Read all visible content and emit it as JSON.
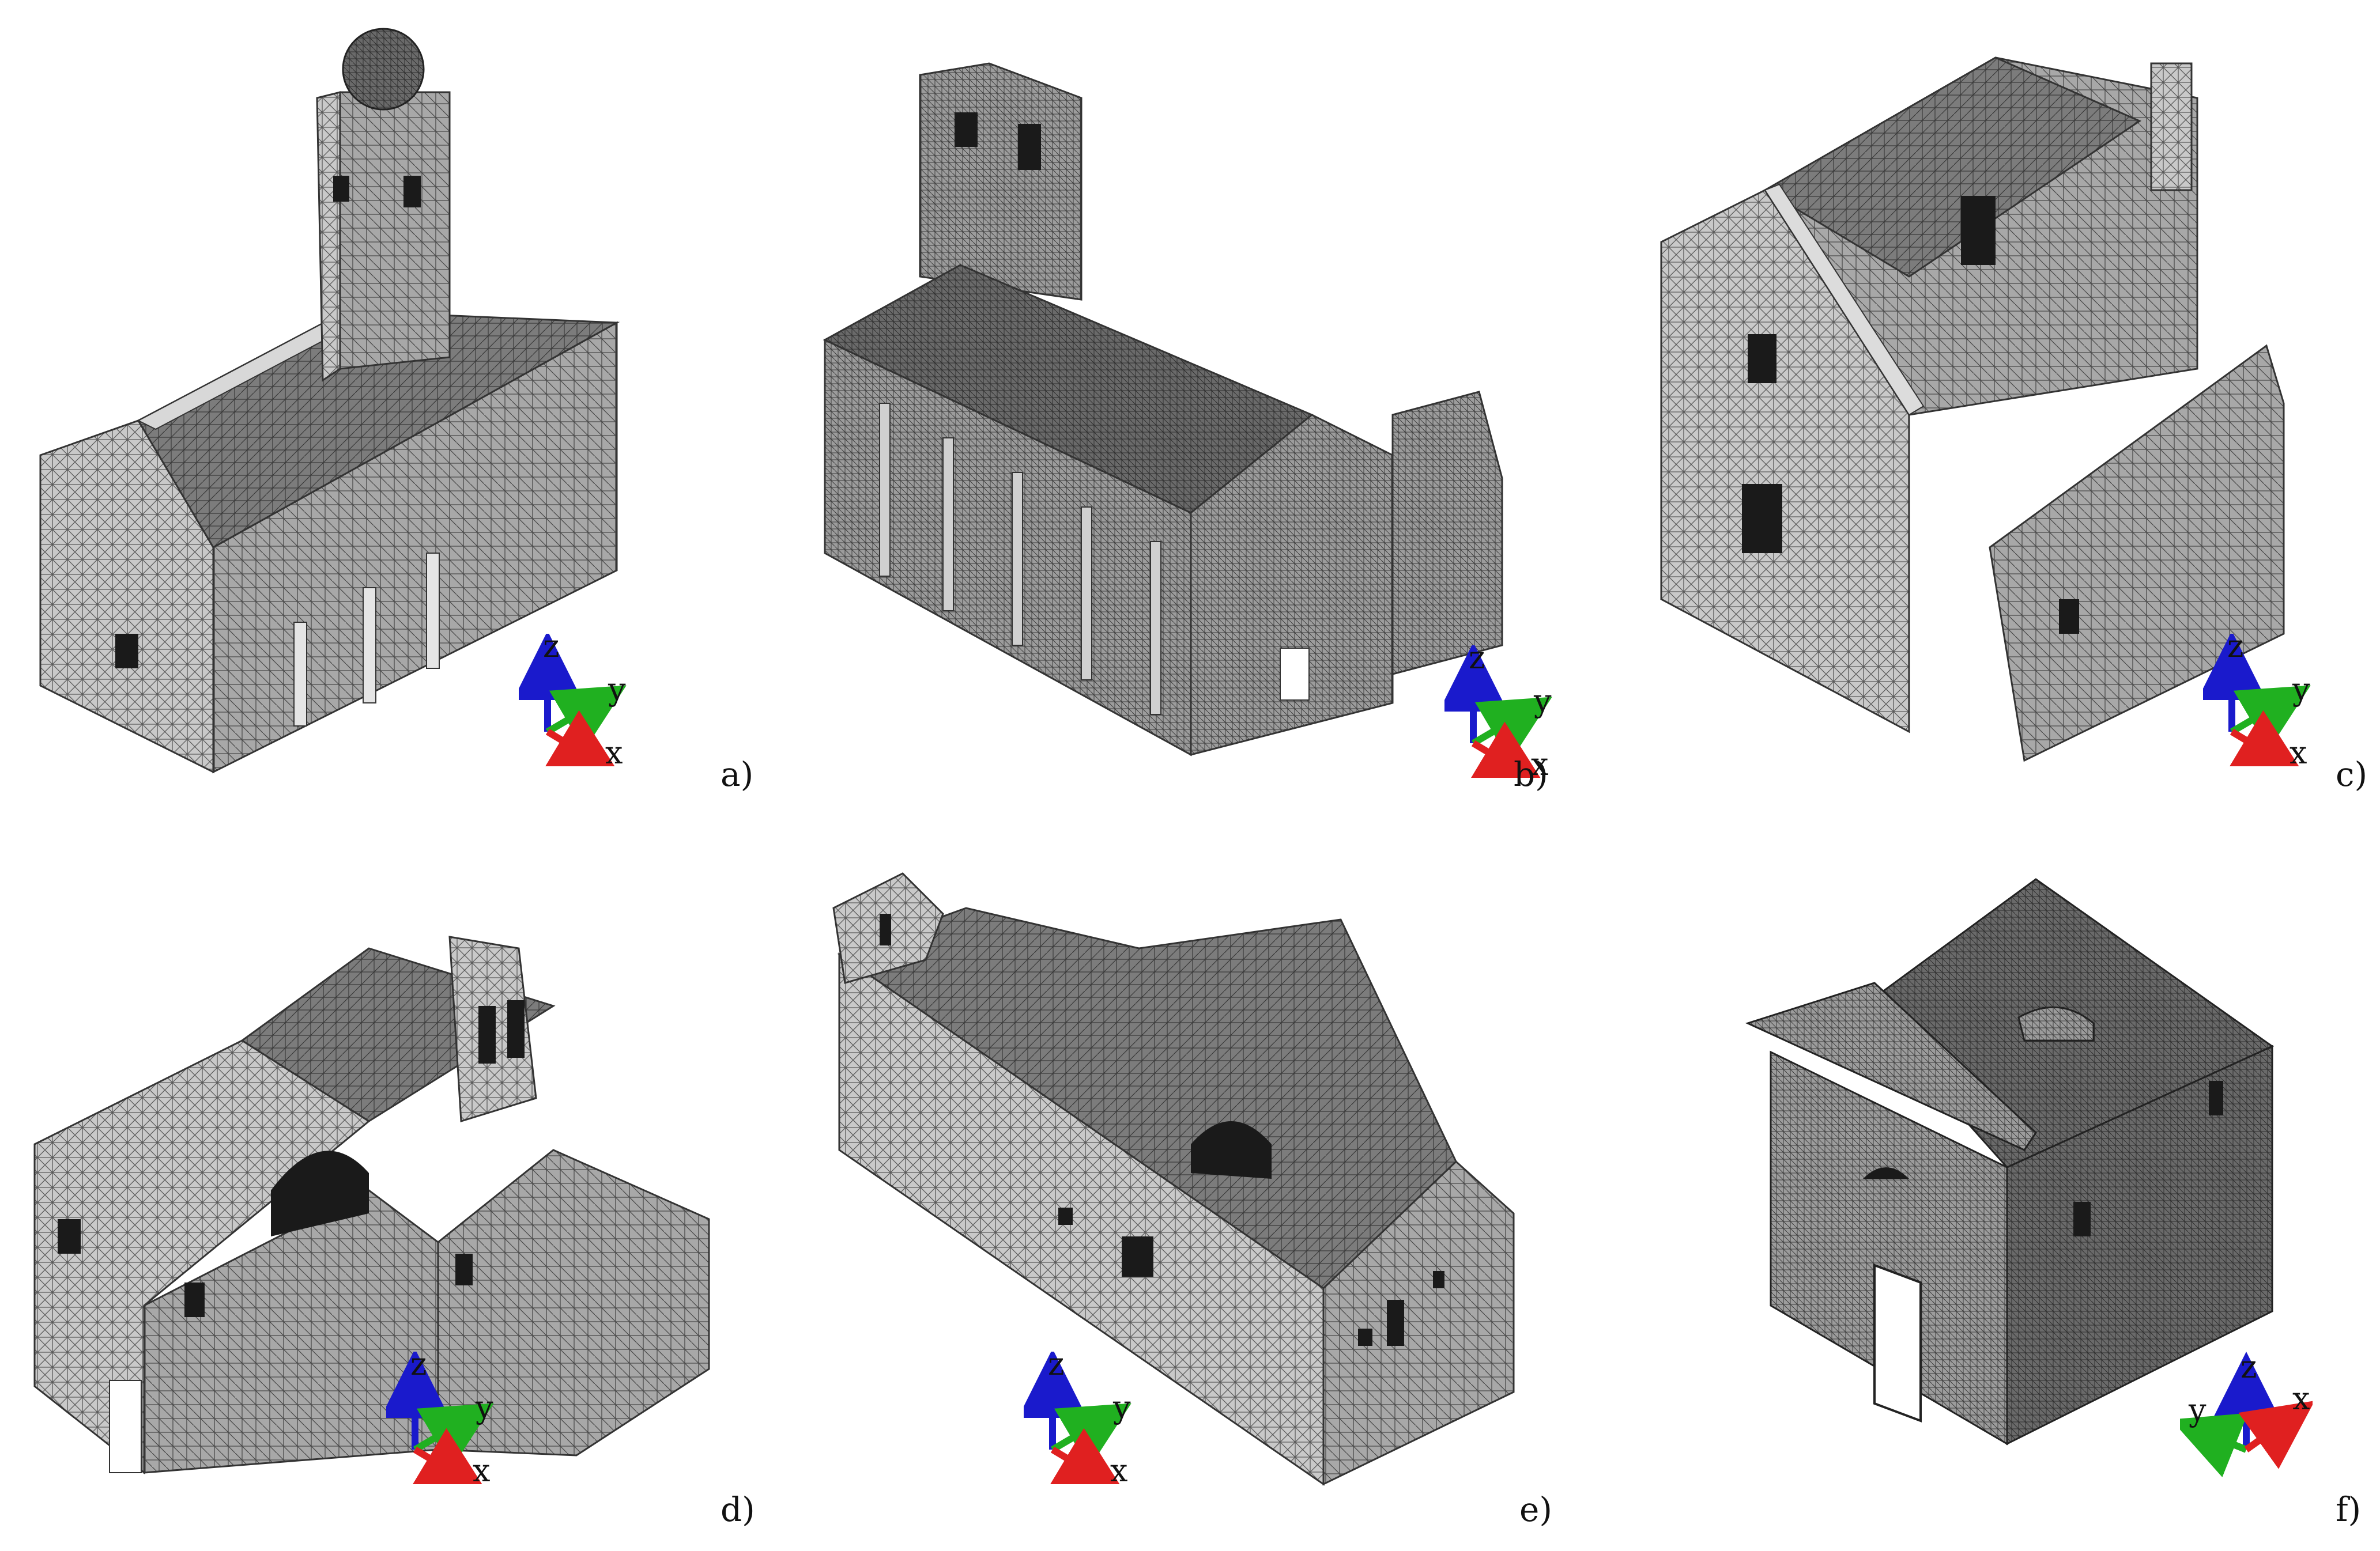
{
  "panels": [
    {
      "label": "a)",
      "axes": {
        "x": "x",
        "y": "y",
        "z": "z"
      }
    },
    {
      "label": "b)",
      "axes": {
        "x": "x",
        "y": "y",
        "z": "z"
      }
    },
    {
      "label": "c)",
      "axes": {
        "x": "x",
        "y": "y",
        "z": "z"
      }
    },
    {
      "label": "d)",
      "axes": {
        "x": "x",
        "y": "y",
        "z": "z"
      }
    },
    {
      "label": "e)",
      "axes": {
        "x": "x",
        "y": "y",
        "z": "z"
      }
    },
    {
      "label": "f)",
      "axes": {
        "x": "x",
        "y": "y",
        "z": "z"
      }
    }
  ],
  "colors": {
    "x_axis": "#e02020",
    "y_axis": "#20b020",
    "z_axis": "#1a1acc",
    "mesh_light": "#c8c8c8",
    "mesh_mid": "#a9a9a9",
    "mesh_dark": "#7e7e7e",
    "mesh_line": "#444444"
  }
}
